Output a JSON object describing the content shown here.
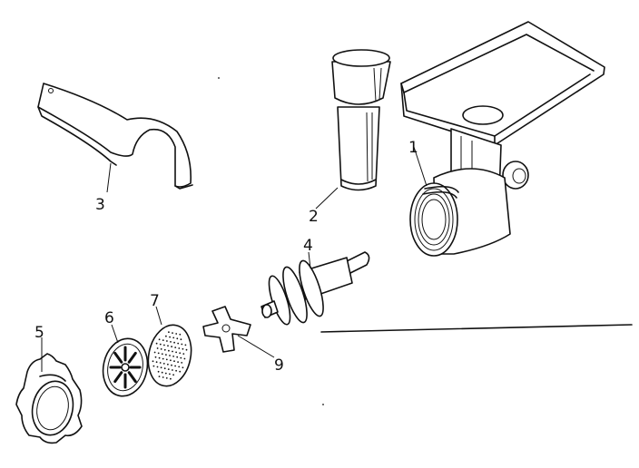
{
  "callouts": {
    "body": "1",
    "pusher": "2",
    "wrench": "3",
    "worm": "4",
    "ring": "5",
    "plate_coarse": "6",
    "plate_fine": "7",
    "knife": "9"
  },
  "colors": {
    "ink": "#111111",
    "paper": "#ffffff"
  }
}
